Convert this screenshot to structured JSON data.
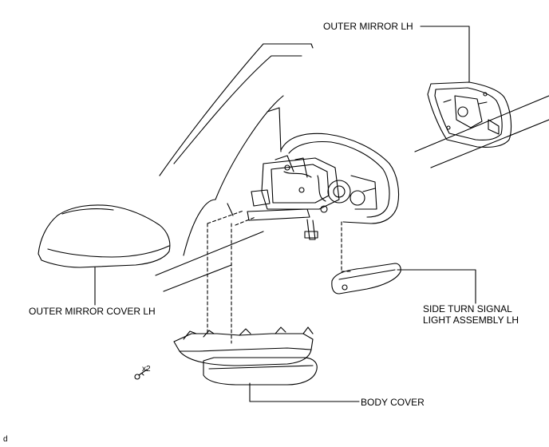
{
  "labels": {
    "outer_mirror": "OUTER MIRROR LH",
    "outer_mirror_cover": "OUTER MIRROR COVER LH",
    "side_turn_line1": "SIDE TURN SIGNAL",
    "side_turn_line2": "LIGHT ASSEMBLY LH",
    "body_cover": "BODY COVER",
    "screw_qty": "x2",
    "corner_code": "d"
  }
}
